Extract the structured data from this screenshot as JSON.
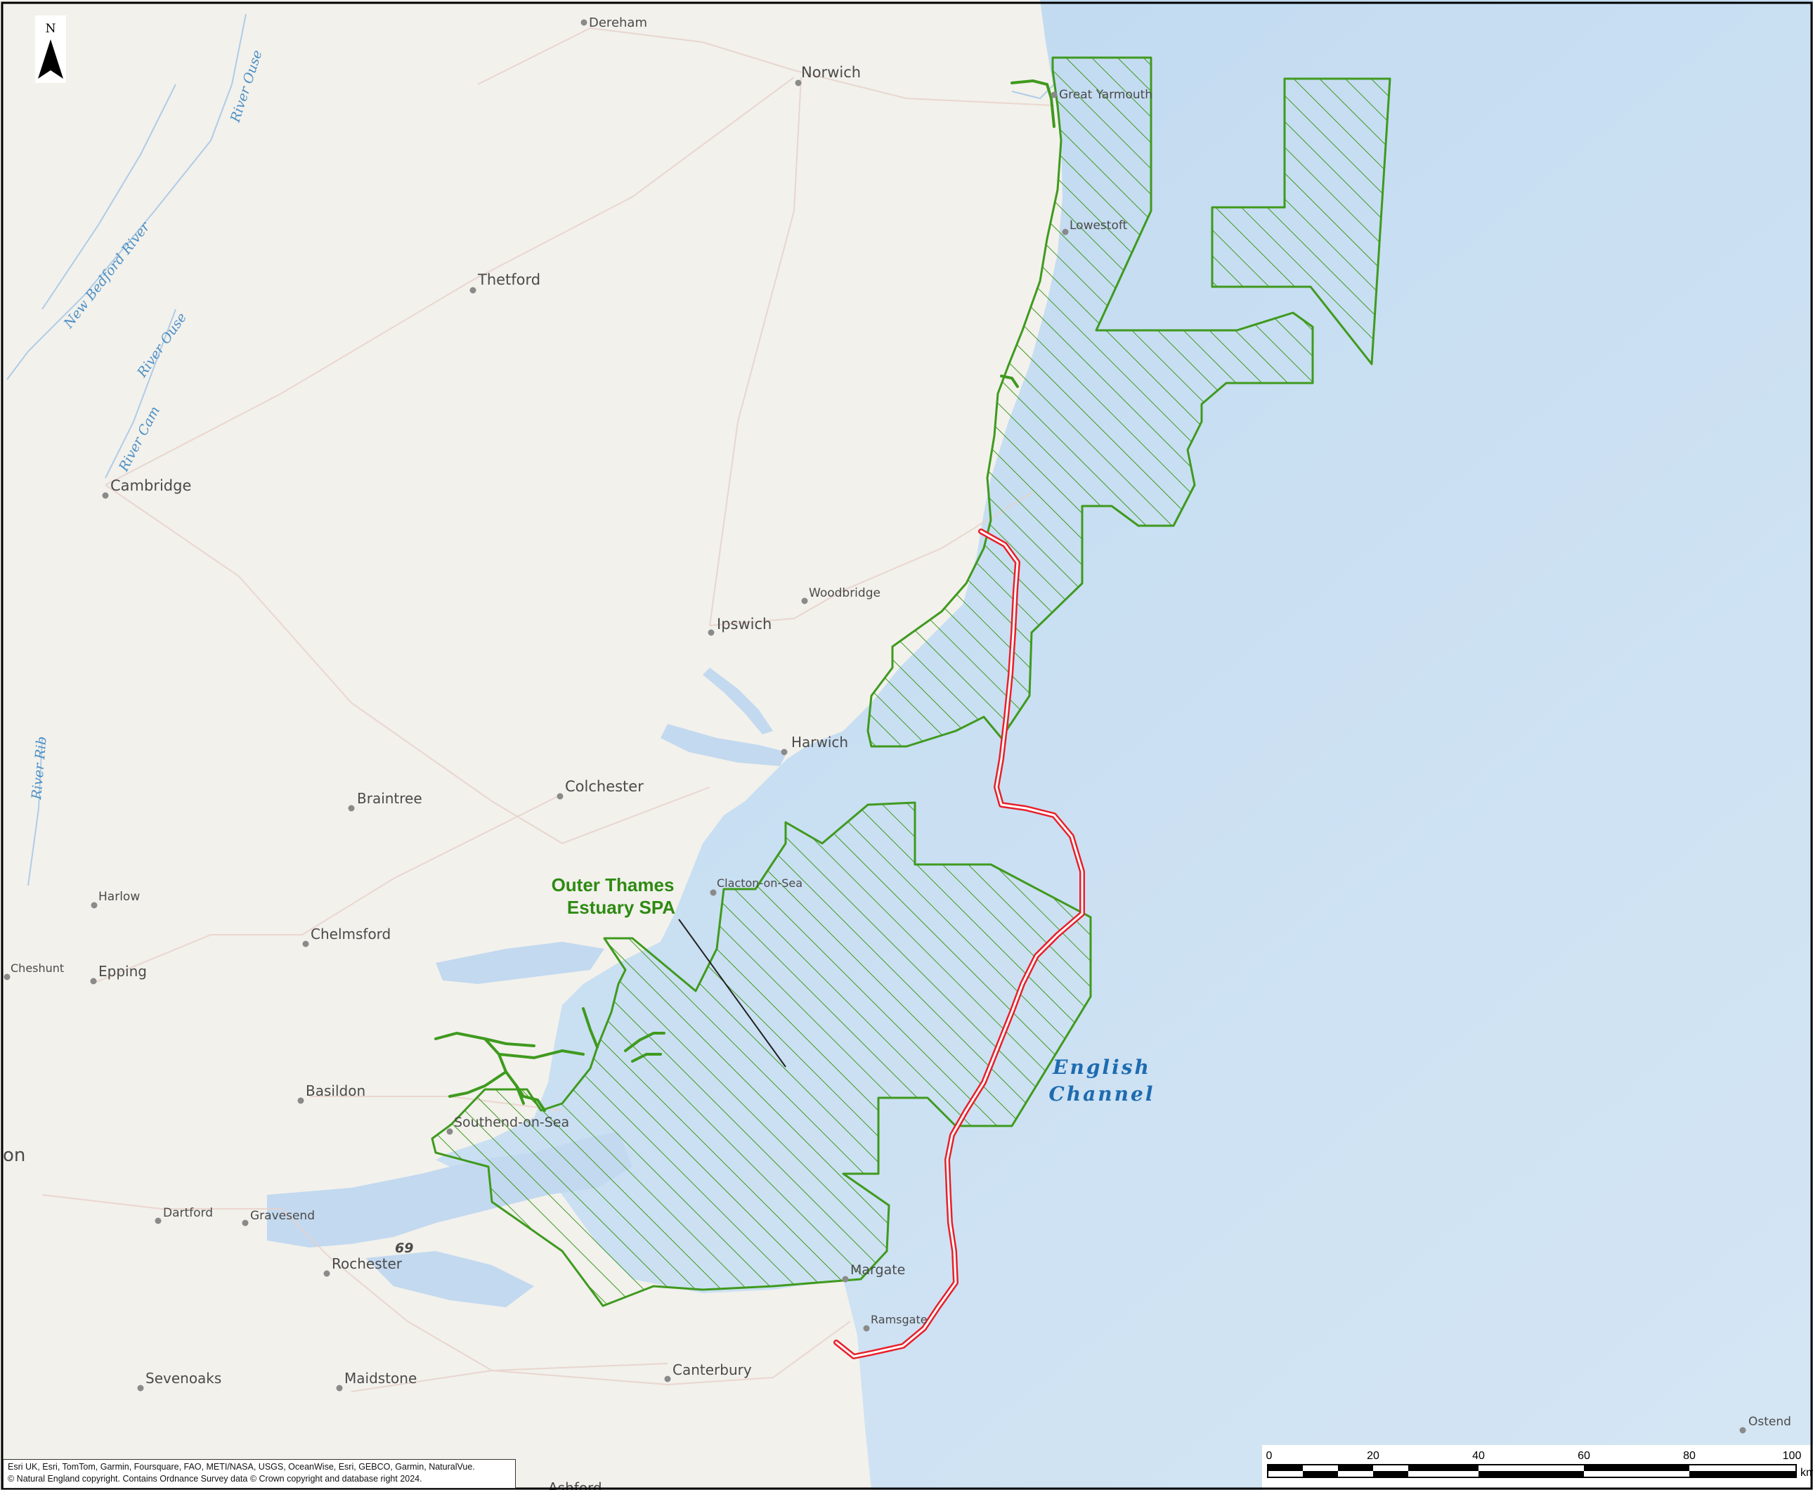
{
  "map": {
    "north_arrow": "N",
    "places": {
      "dereham": "Dereham",
      "norwich": "Norwich",
      "great_yarmouth": "Great Yarmouth",
      "lowestoft": "Lowestoft",
      "thetford": "Thetford",
      "cambridge": "Cambridge",
      "woodbridge": "Woodbridge",
      "ipswich": "Ipswich",
      "harwich": "Harwich",
      "colchester": "Colchester",
      "braintree": "Braintree",
      "clacton": "Clacton-on-Sea",
      "harlow": "Harlow",
      "chelmsford": "Chelmsford",
      "cheshunt": "Cheshunt",
      "epping": "Epping",
      "basildon": "Basildon",
      "southend": "Southend-on-Sea",
      "london_fragment": "on",
      "dartford": "Dartford",
      "gravesend": "Gravesend",
      "rochester": "Rochester",
      "margate": "Margate",
      "ramsgate": "Ramsgate",
      "sevenoaks": "Sevenoaks",
      "maidstone": "Maidstone",
      "canterbury": "Canterbury",
      "ashford_fragment": "Ashford",
      "ostend": "Ostend",
      "road_number": "69"
    },
    "rivers": {
      "river_ouse_north": "River Ouse",
      "new_bedford_river": "New Bedford River",
      "river_ouse_south": "River Ouse",
      "river_cam": "River Cam",
      "river_rib": "River Rib"
    },
    "sea_label": {
      "line1": "English",
      "line2": "Channel"
    },
    "spa_label": {
      "line1": "Outer Thames",
      "line2": "Estuary SPA"
    },
    "scale_bar": {
      "ticks": [
        "0",
        "20",
        "40",
        "60",
        "80",
        "100"
      ],
      "unit": "km"
    },
    "attribution": {
      "line1": "Esri UK, Esri, TomTom, Garmin, Foursquare, FAO, METI/NASA, USGS, OceanWise, Esri, GEBCO, Garmin, NaturalVue.",
      "line2": "© Natural England copyright. Contains Ordnance Survey data © Crown copyright and database right 2024."
    },
    "colors": {
      "land": "#f2f1ec",
      "sea": "#c3d9ef",
      "spa_outline": "#3f9a1e",
      "cable_route": "#e8202a",
      "sea_label": "#1e6bb0",
      "spa_label": "#2e8a12"
    }
  }
}
